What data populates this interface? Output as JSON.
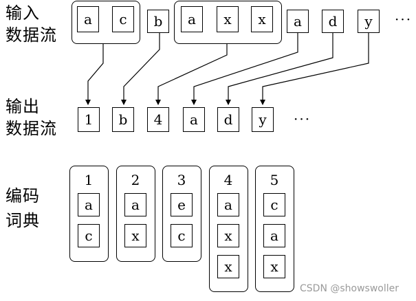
{
  "labels": {
    "input_line1": "输入",
    "input_line2": "数据流",
    "output_line1": "输出",
    "output_line2": "数据流",
    "dict_line1": "编码",
    "dict_line2": "词典"
  },
  "input_stream": [
    "a",
    "c",
    "b",
    "a",
    "x",
    "x",
    "a",
    "d",
    "y"
  ],
  "input_ellipsis": "···",
  "output_stream": [
    "1",
    "b",
    "4",
    "a",
    "d",
    "y"
  ],
  "output_ellipsis": "···",
  "dictionary": [
    {
      "index": "1",
      "entries": [
        "a",
        "c"
      ]
    },
    {
      "index": "2",
      "entries": [
        "a",
        "x"
      ]
    },
    {
      "index": "3",
      "entries": [
        "e",
        "c"
      ]
    },
    {
      "index": "4",
      "entries": [
        "a",
        "x",
        "x"
      ]
    },
    {
      "index": "5",
      "entries": [
        "c",
        "a",
        "x"
      ]
    }
  ],
  "watermark": "CSDN @showswoller"
}
